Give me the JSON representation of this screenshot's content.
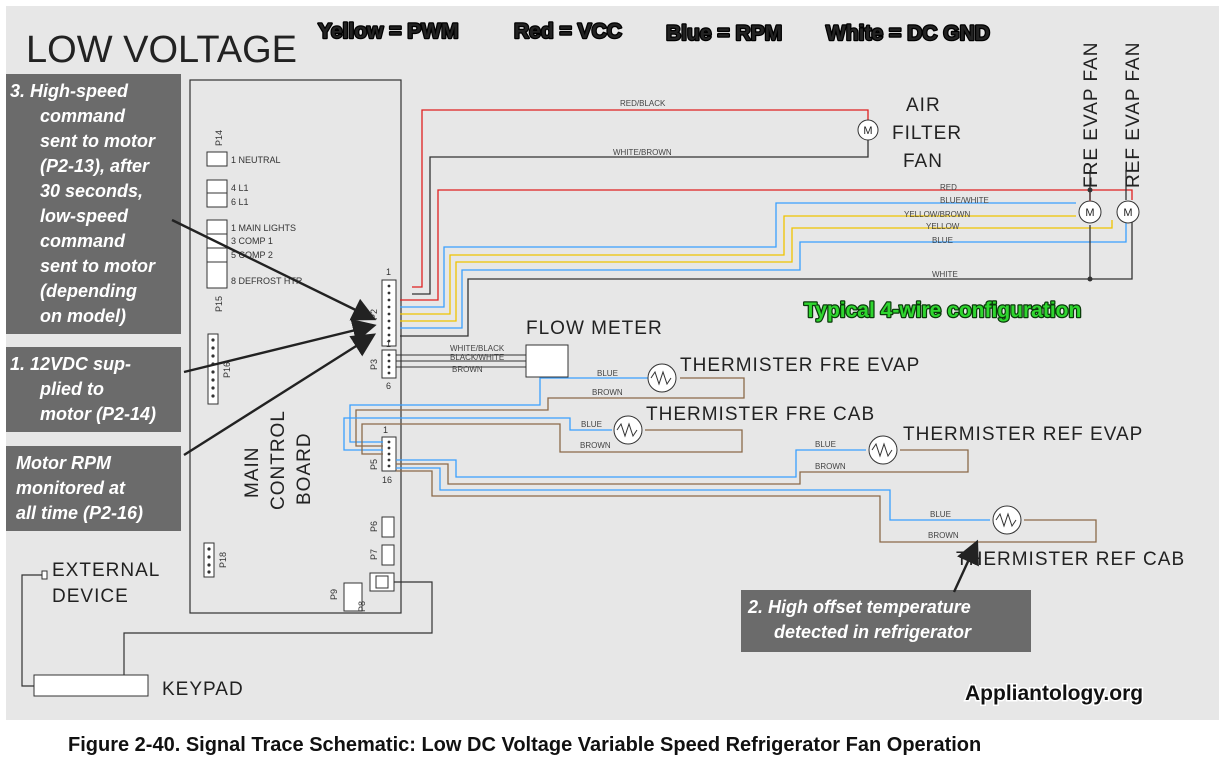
{
  "title": "LOW VOLTAGE",
  "legend": {
    "yellow": "Yellow = PWM",
    "red": "Red = VCC",
    "blue": "Blue = RPM",
    "white": "White = DC GND",
    "colors": {
      "yellow": "#ffe600",
      "red": "#ff2a1a",
      "blue": "#3aa0ff",
      "white": "#ffffff"
    }
  },
  "callouts": {
    "c3": [
      "3.  High-speed",
      "command",
      "sent to motor",
      "(P2-13),  after",
      "30 seconds,",
      "low-speed",
      "command",
      "sent to motor",
      "(depending",
      "on model)"
    ],
    "c1": [
      "1.  12VDC sup-",
      "plied to",
      "motor (P2-14)"
    ],
    "rpm": [
      "Motor RPM",
      "monitored at",
      "all time  (P2-16)"
    ],
    "c2": [
      "2.  High offset temperature",
      "detected in refrigerator"
    ]
  },
  "board": {
    "label": [
      "MAIN",
      "CONTROL",
      "BOARD"
    ],
    "connectors": {
      "p14": "P14",
      "p15": "P15",
      "p2": "P2",
      "p3": "P3",
      "p16": "P16",
      "p5": "P5",
      "p6": "P6",
      "p7": "P7",
      "p18": "P18",
      "p9": "P9",
      "p8": "P8"
    },
    "relays": {
      "neutral": "1 NEUTRAL",
      "l1_4": "4 L1",
      "l1_6": "6 L1",
      "main_lights": "1 MAIN LIGHTS",
      "comp1": "3 COMP 1",
      "comp2": "5 COMP 2",
      "defrost": "8 DEFROST HTR"
    },
    "pins": {
      "p2_top": "1",
      "p3_top": "1",
      "p3_bottom": "6",
      "p5_top": "1",
      "p5_bottom": "16"
    }
  },
  "components": {
    "air_filter_fan": [
      "AIR",
      "FILTER",
      "FAN"
    ],
    "fre_evap_fan": "FRE  EVAP  FAN",
    "ref_evap_fan": "REF  EVAP  FAN",
    "flow_meter": "FLOW METER",
    "thermister_fre_evap": "THERMISTER FRE EVAP",
    "thermister_fre_cab": "THERMISTER FRE CAB",
    "thermister_ref_evap": "THERMISTER REF EVAP",
    "thermister_ref_cab": "THERMISTER REF CAB",
    "external_device": [
      "EXTERNAL",
      "DEVICE"
    ],
    "keypad": "KEYPAD",
    "motor_symbol": "M"
  },
  "wires": {
    "red_black": "RED/BLACK",
    "white_brown": "WHITE/BROWN",
    "red": "RED",
    "blue_white": "BLUE/WHITE",
    "yellow_brown": "YELLOW/BROWN",
    "yellow": "YELLOW",
    "blue": "BLUE",
    "white": "WHITE",
    "white_black": "WHITE/BLACK",
    "black_white": "BLACK/WHITE",
    "brown": "BROWN"
  },
  "typical": "Typical 4-wire configuration",
  "site": "Appliantology.org",
  "caption": "Figure 2-40.  Signal Trace Schematic: Low DC Voltage Variable Speed Refrigerator Fan Operation"
}
